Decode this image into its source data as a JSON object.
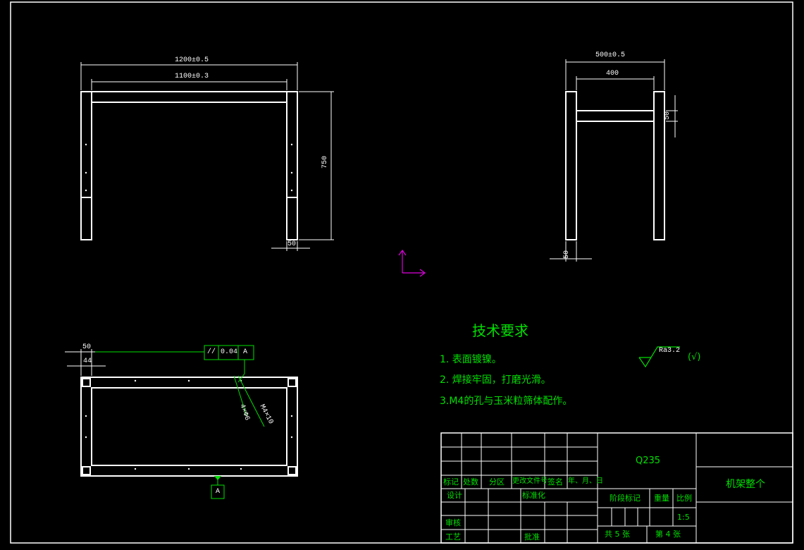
{
  "colors": {
    "background": "#000000",
    "lines": "#ffffff",
    "annotation": "#00e000",
    "ucs": "#e000e0"
  },
  "front_view": {
    "dim_overall": "1200±0.5",
    "dim_inner": "1100±0.3",
    "dim_height": "750",
    "dim_leg": "50"
  },
  "side_view": {
    "dim_overall": "500±0.5",
    "dim_inner": "400",
    "dim_bar": "50",
    "dim_leg": "50"
  },
  "top_view": {
    "dim_width": "50",
    "dim_offset": "44",
    "tolerance_symbol": "//",
    "tolerance_value": "0.04",
    "tolerance_datum": "A",
    "datum_label": "A",
    "leader_1": "4×Φ6",
    "leader_2": "M4×10"
  },
  "technical_requirements": {
    "heading": "技术要求",
    "items": [
      "1. 表面镀镍。",
      "2. 焊接牢固，打磨光滑。",
      "3.M4的孔与玉米粒筛体配作。"
    ],
    "roughness": "Ra3.2",
    "roughness_note": "(√)"
  },
  "title_block": {
    "material": "Q235",
    "part_name": "机架整个",
    "header_cells": [
      "标记",
      "处数",
      "分区",
      "更改文件号",
      "签名",
      "年、月、日"
    ],
    "row_design": "设计",
    "row_standard": "标准化",
    "row_review": "审核",
    "row_process": "工艺",
    "row_approve": "批准",
    "stage_mark": "阶段标记",
    "weight": "重量",
    "scale": "比例",
    "scale_value": "1:5",
    "total_sheets": "共 5 张",
    "sheet_no": "第 4 张"
  }
}
